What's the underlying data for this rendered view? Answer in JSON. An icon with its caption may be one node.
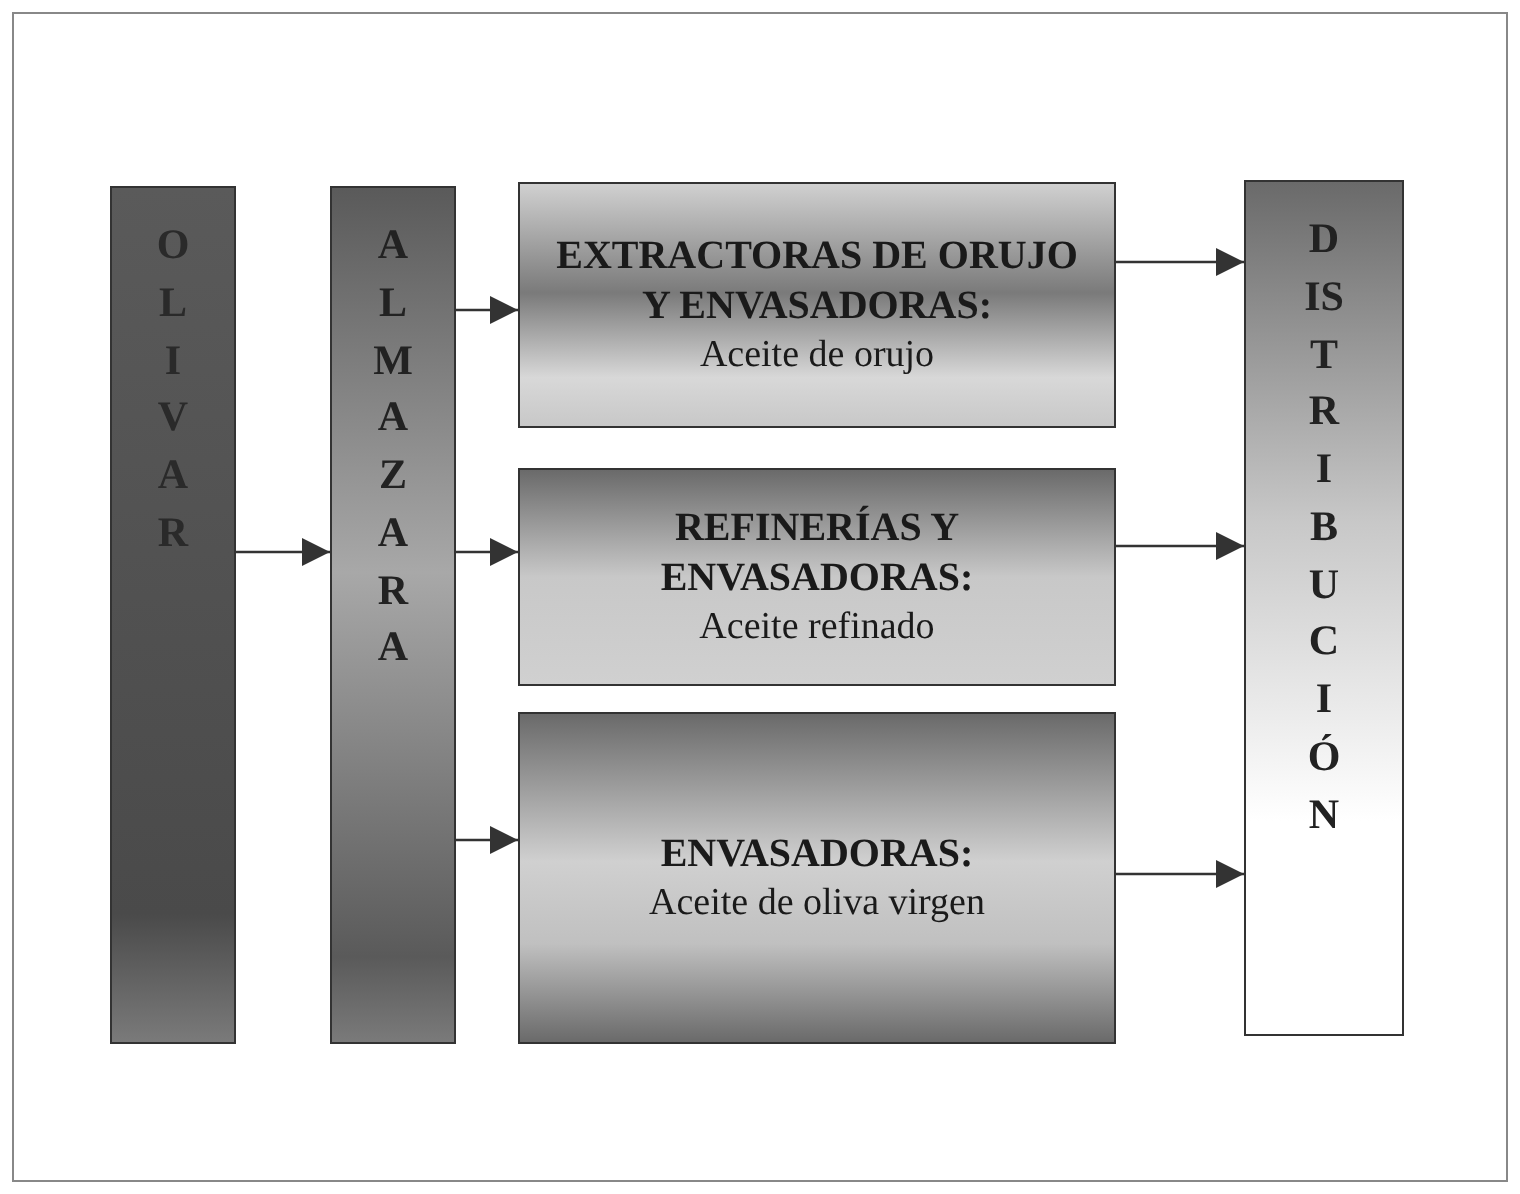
{
  "diagram": {
    "nodes": [
      {
        "text": [
          "OLIVAR"
        ]
      },
      {
        "text": [
          "ALMAZARA"
        ]
      },
      {
        "text": [
          "EXTRACTORAS DE ORUJO Y ENVASADORAS:",
          "Aceite de orujo"
        ]
      },
      {
        "text": [
          "REFINERÍAS Y ENVASADORAS:",
          "Aceite refinado"
        ]
      },
      {
        "text": [
          "ENVASADORAS:",
          "Aceite de oliva virgen"
        ]
      },
      {
        "text": [
          "DISTRIBUCIÓN"
        ]
      }
    ],
    "edges": [
      {
        "from": 0,
        "to": 1,
        "arrow": "to"
      },
      {
        "from": 1,
        "to": 2,
        "arrow": "to"
      },
      {
        "from": 1,
        "to": 3,
        "arrow": "to"
      },
      {
        "from": 1,
        "to": 4,
        "arrow": "to"
      },
      {
        "from": 2,
        "to": 5,
        "arrow": "to"
      },
      {
        "from": 3,
        "to": 5,
        "arrow": "to"
      },
      {
        "from": 4,
        "to": 5,
        "arrow": "to"
      }
    ]
  }
}
